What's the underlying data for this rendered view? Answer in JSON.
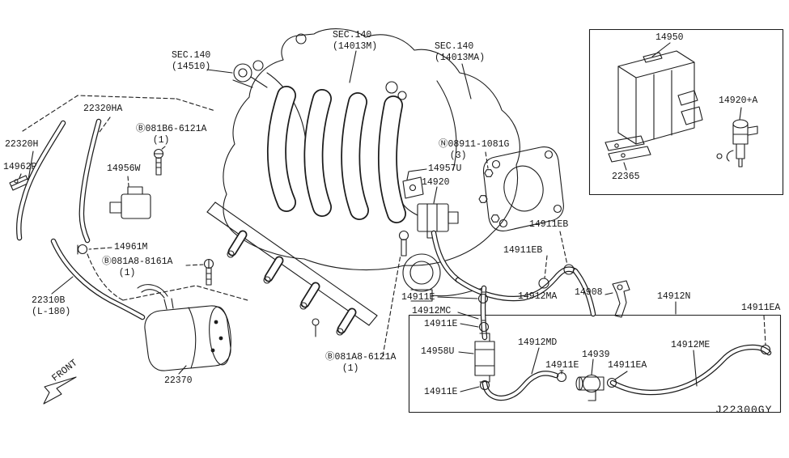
{
  "colors": {
    "ink": "#1c1c1c",
    "background": "#ffffff"
  },
  "labels": [
    {
      "name": "sec140-14510",
      "text": "SEC.140\n(14510)"
    },
    {
      "name": "sec140-14013m",
      "text": "SEC.140\n(14013M)"
    },
    {
      "name": "sec140-14013ma",
      "text": "SEC.140\n(14013MA)"
    },
    {
      "name": "p14950",
      "text": "14950"
    },
    {
      "name": "p14920-plus-a",
      "text": "14920+A"
    },
    {
      "name": "p22365",
      "text": "22365"
    },
    {
      "name": "p22320ha",
      "text": "22320HA"
    },
    {
      "name": "p22320h",
      "text": "22320H"
    },
    {
      "name": "p14962p",
      "text": "14962P"
    },
    {
      "name": "p14956w",
      "text": "14956W"
    },
    {
      "name": "bolt-081b6-6121a",
      "text": "Ⓑ081B6-6121A\n   (1)"
    },
    {
      "name": "nut-08911-1081g",
      "text": "Ⓝ08911-1081G\n  (3)"
    },
    {
      "name": "p14957u",
      "text": "14957U"
    },
    {
      "name": "p14920",
      "text": "14920"
    },
    {
      "name": "p14911eb-a",
      "text": "14911EB"
    },
    {
      "name": "p14911eb-b",
      "text": "14911EB"
    },
    {
      "name": "p14961m",
      "text": "14961M"
    },
    {
      "name": "bolt-081a8-8161a",
      "text": "Ⓑ081A8-8161A\n   (1)"
    },
    {
      "name": "p22310b",
      "text": "22310B\n(L-180)"
    },
    {
      "name": "p22370",
      "text": "22370"
    },
    {
      "name": "p14911e-a",
      "text": "14911E"
    },
    {
      "name": "p14912mc",
      "text": "14912MC"
    },
    {
      "name": "p14911e-b",
      "text": "14911E"
    },
    {
      "name": "p14912ma",
      "text": "14912MA"
    },
    {
      "name": "p14908",
      "text": "14908"
    },
    {
      "name": "p14912n",
      "text": "14912N"
    },
    {
      "name": "p14911ea-a",
      "text": "14911EA"
    },
    {
      "name": "p14958u",
      "text": "14958U"
    },
    {
      "name": "p14912md",
      "text": "14912MD"
    },
    {
      "name": "p14939",
      "text": "14939"
    },
    {
      "name": "p14911e-c",
      "text": "14911E"
    },
    {
      "name": "p14911ea-b",
      "text": "14911EA"
    },
    {
      "name": "p14912me",
      "text": "14912ME"
    },
    {
      "name": "p14911e-d",
      "text": "14911E"
    },
    {
      "name": "bolt-081a8-6121a",
      "text": "Ⓑ081A8-6121A\n   (1)"
    },
    {
      "name": "front",
      "text": "FRONT"
    },
    {
      "name": "sheet-code",
      "text": "J22300GY"
    }
  ]
}
